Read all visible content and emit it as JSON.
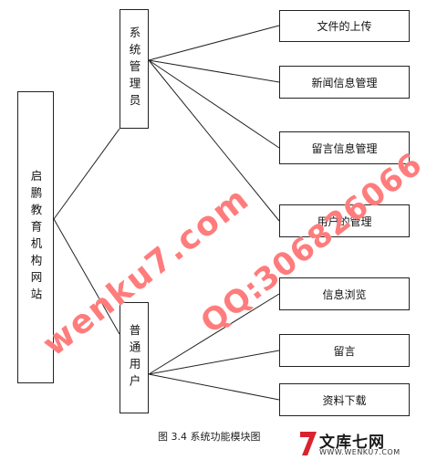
{
  "diagram": {
    "root": {
      "label": "启鹏教育机构网站"
    },
    "roles": [
      {
        "label": "系统管理员"
      },
      {
        "label": "普通用户"
      }
    ],
    "functions": [
      {
        "label": "文件的上传"
      },
      {
        "label": "新闻信息管理"
      },
      {
        "label": "留言信息管理"
      },
      {
        "label": "用户的管理"
      },
      {
        "label": "信息浏览"
      },
      {
        "label": "留言"
      },
      {
        "label": "资料下载"
      }
    ]
  },
  "caption": "图 3.4  系统功能模块图",
  "watermarks": {
    "site": "wenku7.com",
    "qq": "QQ:306826066"
  },
  "brand": {
    "name": "文库七网",
    "url": "WWW.WENKU7.COM",
    "accent": "#d9232e"
  }
}
